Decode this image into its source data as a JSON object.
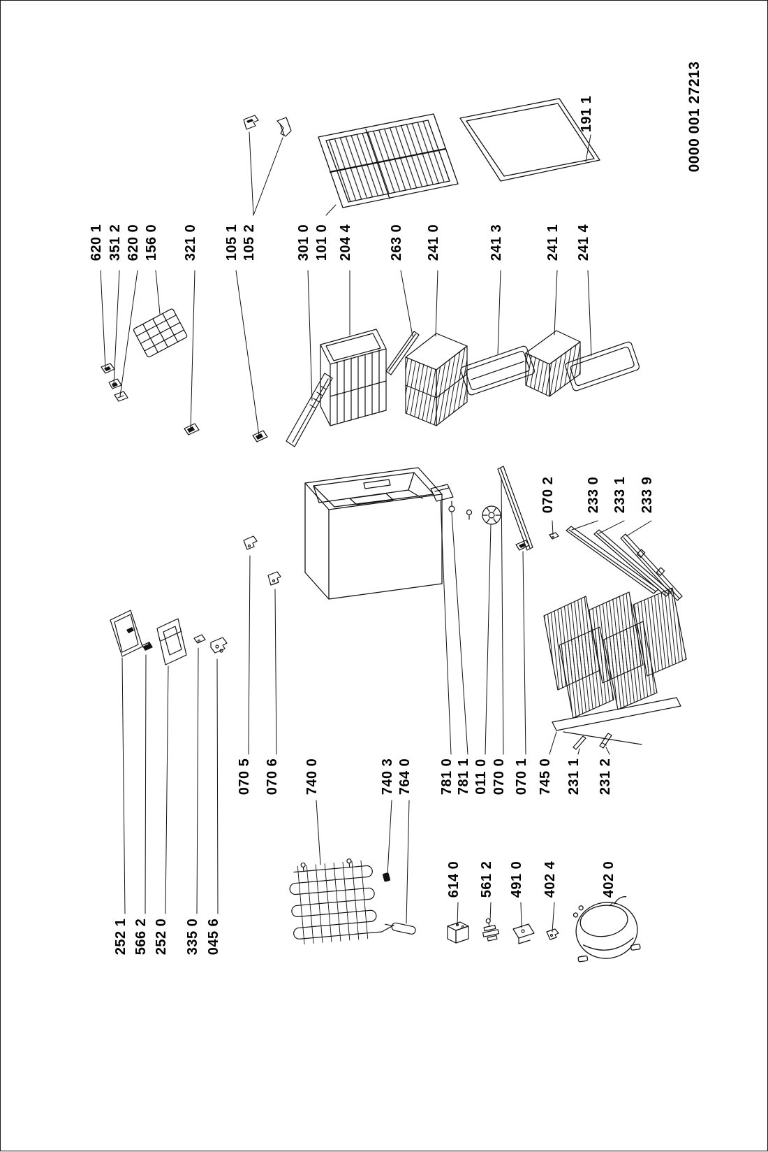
{
  "document": {
    "number": "0000 001 27213"
  },
  "colors": {
    "ink": "#111111",
    "background": "#ffffff"
  },
  "labels": {
    "l620_1": "620 1",
    "l351_2": "351 2",
    "l620_0": "620 0",
    "l156_0": "156 0",
    "l321_0": "321 0",
    "l105_1": "105 1",
    "l105_2": "105 2",
    "l301_0": "301 0",
    "l101_0": "101 0",
    "l204_4": "204 4",
    "l263_0": "263 0",
    "l241_0": "241 0",
    "l241_3": "241 3",
    "l241_1": "241 1",
    "l241_4": "241 4",
    "l191_1": "191 1",
    "l070_2": "070 2",
    "l233_0": "233 0",
    "l233_1": "233 1",
    "l233_9": "233 9",
    "l070_5": "070 5",
    "l070_6": "070 6",
    "l740_0": "740 0",
    "l740_3": "740 3",
    "l764_0": "764 0",
    "l781_0": "781 0",
    "l781_1": "781 1",
    "l011_0": "011 0",
    "l070_0": "070 0",
    "l070_1": "070 1",
    "l745_0": "745 0",
    "l231_1": "231 1",
    "l231_2": "231 2",
    "l614_0": "614 0",
    "l561_2": "561 2",
    "l491_0": "491 0",
    "l402_4": "402 4",
    "l402_0": "402 0",
    "l252_1": "252 1",
    "l566_2": "566 2",
    "l252_0": "252 0",
    "l335_0": "335 0",
    "l045_6": "045 6"
  }
}
